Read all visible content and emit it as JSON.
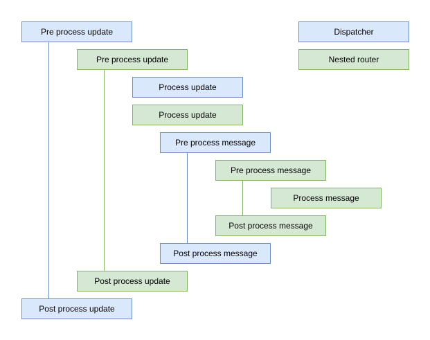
{
  "palette": {
    "background": "#ffffff",
    "text": "#000000",
    "blue_fill": "#dae8fc",
    "blue_border": "#6c8ebf",
    "green_fill": "#d5e8d4",
    "green_border": "#82b366"
  },
  "diagram": {
    "legend": [
      {
        "label": "Dispatcher",
        "variant": "blue"
      },
      {
        "label": "Nested router",
        "variant": "green"
      }
    ],
    "nodes": [
      {
        "label": "Pre process update",
        "variant": "blue"
      },
      {
        "label": "Pre process update",
        "variant": "green"
      },
      {
        "label": "Process update",
        "variant": "blue"
      },
      {
        "label": "Process update",
        "variant": "green"
      },
      {
        "label": "Pre process message",
        "variant": "blue"
      },
      {
        "label": "Pre process message",
        "variant": "green"
      },
      {
        "label": "Process message",
        "variant": "green"
      },
      {
        "label": "Post process message",
        "variant": "green"
      },
      {
        "label": "Post process message",
        "variant": "blue"
      },
      {
        "label": "Post process update",
        "variant": "green"
      },
      {
        "label": "Post process update",
        "variant": "blue"
      }
    ],
    "connectors": [
      {
        "name": "dispatcher-update-line",
        "variant": "blue"
      },
      {
        "name": "router-update-line",
        "variant": "green"
      },
      {
        "name": "dispatcher-message-line",
        "variant": "blue"
      },
      {
        "name": "router-message-line",
        "variant": "green"
      }
    ]
  }
}
